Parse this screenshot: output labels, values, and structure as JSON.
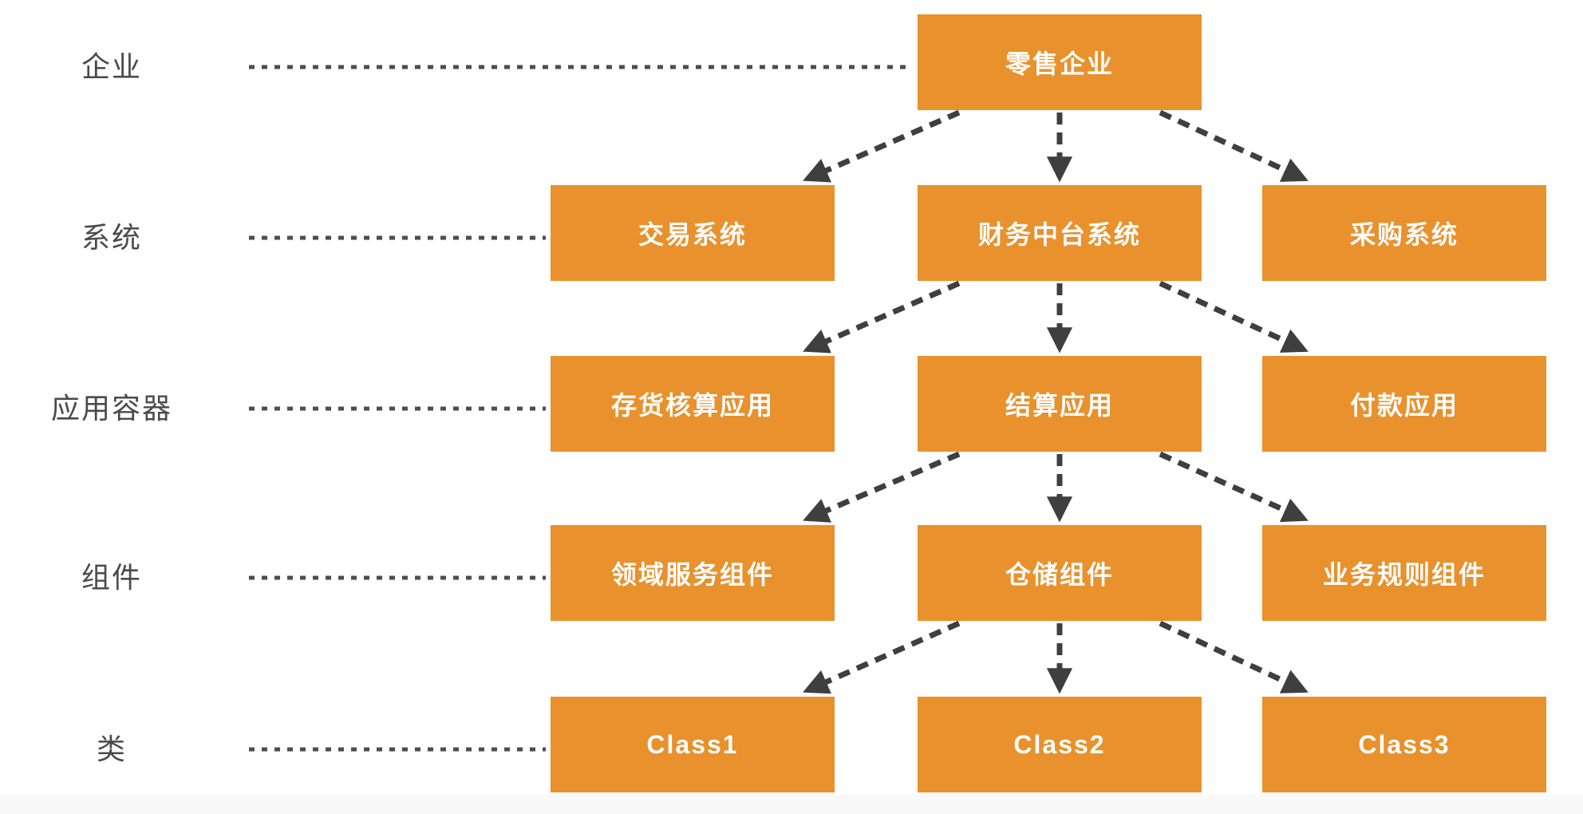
{
  "page": {
    "background_color": "#FFFFFF",
    "footer_strip_color": "#F9F9FA"
  },
  "diagram": {
    "type": "layered-architecture-diagram",
    "colors": {
      "node_fill": "#E8912D",
      "node_text": "#FFFFFF",
      "connector": "#3F3F3F",
      "leader_dots": "#4D4D4D",
      "level_label_text": "#4A4A4A"
    },
    "levels": [
      {
        "label": "企业",
        "nodes": [
          {
            "text": "零售企业"
          }
        ]
      },
      {
        "label": "系统",
        "nodes": [
          {
            "text": "交易系统"
          },
          {
            "text": "财务中台系统"
          },
          {
            "text": "采购系统"
          }
        ]
      },
      {
        "label": "应用容器",
        "nodes": [
          {
            "text": "存货核算应用"
          },
          {
            "text": "结算应用"
          },
          {
            "text": "付款应用"
          }
        ]
      },
      {
        "label": "组件",
        "nodes": [
          {
            "text": "领域服务组件"
          },
          {
            "text": "仓储组件"
          },
          {
            "text": "业务规则组件"
          }
        ]
      },
      {
        "label": "类",
        "nodes": [
          {
            "text": "Class1"
          },
          {
            "text": "Class2"
          },
          {
            "text": "Class3"
          }
        ]
      }
    ],
    "edges": [
      {
        "from": "零售企业",
        "to": "交易系统"
      },
      {
        "from": "零售企业",
        "to": "财务中台系统"
      },
      {
        "from": "零售企业",
        "to": "采购系统"
      },
      {
        "from": "财务中台系统",
        "to": "存货核算应用"
      },
      {
        "from": "财务中台系统",
        "to": "结算应用"
      },
      {
        "from": "财务中台系统",
        "to": "付款应用"
      },
      {
        "from": "结算应用",
        "to": "领域服务组件"
      },
      {
        "from": "结算应用",
        "to": "仓储组件"
      },
      {
        "from": "结算应用",
        "to": "业务规则组件"
      },
      {
        "from": "仓储组件",
        "to": "Class1"
      },
      {
        "from": "仓储组件",
        "to": "Class2"
      },
      {
        "from": "仓储组件",
        "to": "Class3"
      }
    ]
  }
}
